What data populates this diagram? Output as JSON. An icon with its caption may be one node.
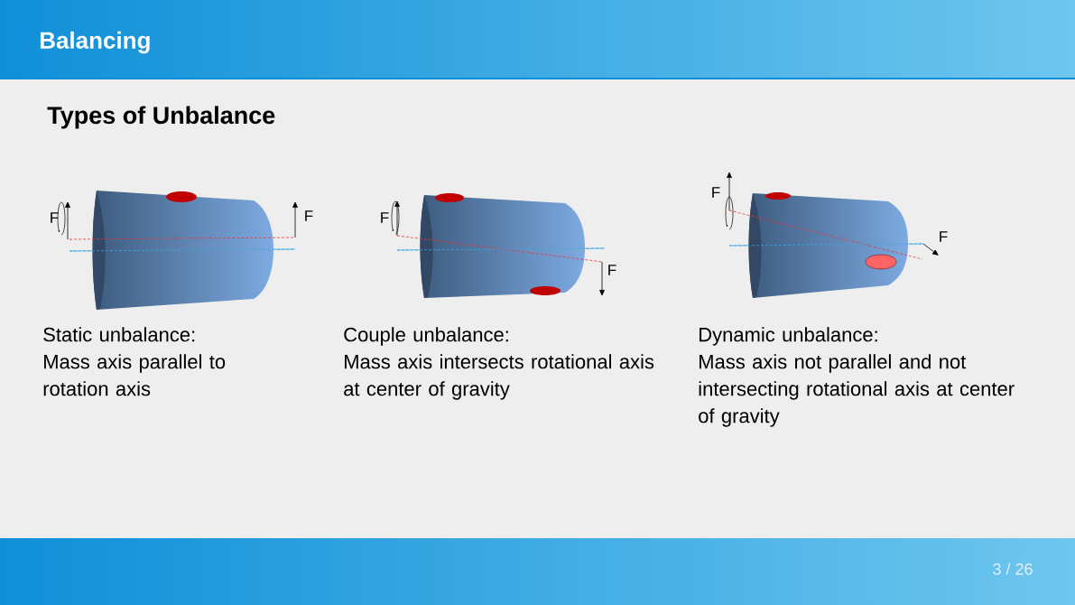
{
  "diagram": {
    "title": "Balancing",
    "labels": [
      "Types of Unbalance",
      "F",
      "F",
      "F",
      "F",
      "F",
      "F",
      "Static unbalance:",
      "Mass axis parallel to rotation axis",
      "Couple unbalance:",
      "Mass axis intersects rotational axis at center of gravity",
      "Dynamic unbalance:",
      "Mass axis not parallel and not intersecting rotational axis at center of gravity",
      "3 / 26"
    ]
  }
}
